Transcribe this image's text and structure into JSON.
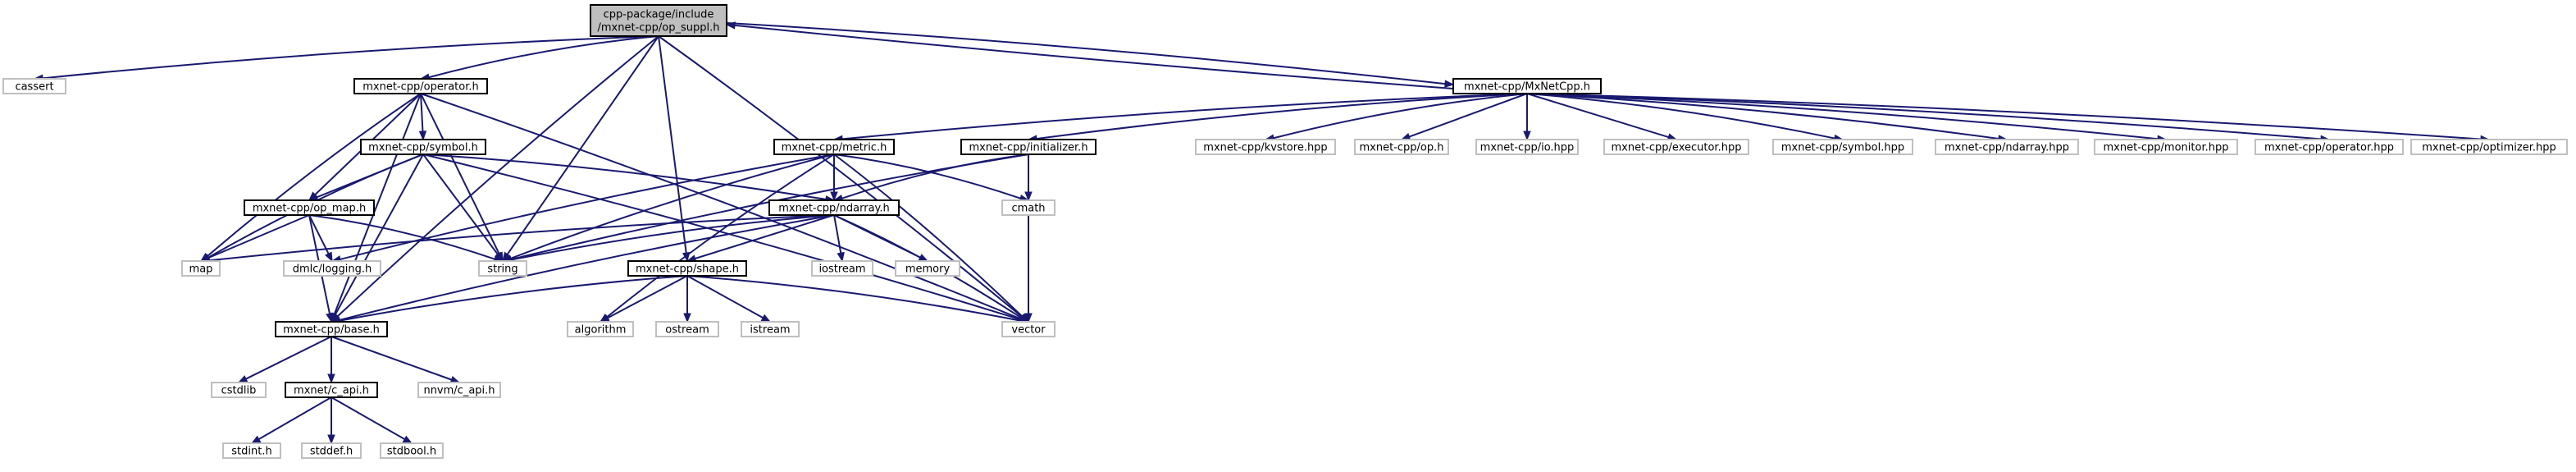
{
  "colors": {
    "edge": "#191970",
    "node_border": "#000000",
    "node_border_external": "#bfbfbf",
    "root_fill": "#bfbfbf",
    "node_fill": "#ffffff",
    "label": "#000000"
  },
  "nodes": [
    {
      "id": "root",
      "lines": [
        "cpp-package/include",
        "/mxnet-cpp/op_suppl.h"
      ],
      "kind": "root"
    },
    {
      "id": "cassert",
      "lines": [
        "cassert"
      ],
      "kind": "external"
    },
    {
      "id": "operator_h",
      "lines": [
        "mxnet-cpp/operator.h"
      ],
      "kind": "project"
    },
    {
      "id": "mxnetcpp_h",
      "lines": [
        "mxnet-cpp/MxNetCpp.h"
      ],
      "kind": "project"
    },
    {
      "id": "symbol_h",
      "lines": [
        "mxnet-cpp/symbol.h"
      ],
      "kind": "project"
    },
    {
      "id": "metric_h",
      "lines": [
        "mxnet-cpp/metric.h"
      ],
      "kind": "project"
    },
    {
      "id": "initializer_h",
      "lines": [
        "mxnet-cpp/initializer.h"
      ],
      "kind": "project"
    },
    {
      "id": "kvstore_hpp",
      "lines": [
        "mxnet-cpp/kvstore.hpp"
      ],
      "kind": "external"
    },
    {
      "id": "op_h",
      "lines": [
        "mxnet-cpp/op.h"
      ],
      "kind": "external"
    },
    {
      "id": "io_hpp",
      "lines": [
        "mxnet-cpp/io.hpp"
      ],
      "kind": "external"
    },
    {
      "id": "executor_hpp",
      "lines": [
        "mxnet-cpp/executor.hpp"
      ],
      "kind": "external"
    },
    {
      "id": "symbol_hpp",
      "lines": [
        "mxnet-cpp/symbol.hpp"
      ],
      "kind": "external"
    },
    {
      "id": "ndarray_hpp",
      "lines": [
        "mxnet-cpp/ndarray.hpp"
      ],
      "kind": "external"
    },
    {
      "id": "monitor_hpp",
      "lines": [
        "mxnet-cpp/monitor.hpp"
      ],
      "kind": "external"
    },
    {
      "id": "operator_hpp",
      "lines": [
        "mxnet-cpp/operator.hpp"
      ],
      "kind": "external"
    },
    {
      "id": "optimizer_hpp",
      "lines": [
        "mxnet-cpp/optimizer.hpp"
      ],
      "kind": "external"
    },
    {
      "id": "op_map_h",
      "lines": [
        "mxnet-cpp/op_map.h"
      ],
      "kind": "project"
    },
    {
      "id": "ndarray_h",
      "lines": [
        "mxnet-cpp/ndarray.h"
      ],
      "kind": "project"
    },
    {
      "id": "cmath",
      "lines": [
        "cmath"
      ],
      "kind": "external"
    },
    {
      "id": "map",
      "lines": [
        "map"
      ],
      "kind": "external"
    },
    {
      "id": "dmlc_logging",
      "lines": [
        "dmlc/logging.h"
      ],
      "kind": "external"
    },
    {
      "id": "string",
      "lines": [
        "string"
      ],
      "kind": "external"
    },
    {
      "id": "shape_h",
      "lines": [
        "mxnet-cpp/shape.h"
      ],
      "kind": "project"
    },
    {
      "id": "iostream",
      "lines": [
        "iostream"
      ],
      "kind": "external"
    },
    {
      "id": "memory",
      "lines": [
        "memory"
      ],
      "kind": "external"
    },
    {
      "id": "base_h",
      "lines": [
        "mxnet-cpp/base.h"
      ],
      "kind": "project"
    },
    {
      "id": "algorithm",
      "lines": [
        "algorithm"
      ],
      "kind": "external"
    },
    {
      "id": "ostream",
      "lines": [
        "ostream"
      ],
      "kind": "external"
    },
    {
      "id": "istream",
      "lines": [
        "istream"
      ],
      "kind": "external"
    },
    {
      "id": "vector",
      "lines": [
        "vector"
      ],
      "kind": "external"
    },
    {
      "id": "cstdlib",
      "lines": [
        "cstdlib"
      ],
      "kind": "external"
    },
    {
      "id": "c_api_h",
      "lines": [
        "mxnet/c_api.h"
      ],
      "kind": "project"
    },
    {
      "id": "nnvm_c_api",
      "lines": [
        "nnvm/c_api.h"
      ],
      "kind": "external"
    },
    {
      "id": "stdint",
      "lines": [
        "stdint.h"
      ],
      "kind": "external"
    },
    {
      "id": "stddef",
      "lines": [
        "stddef.h"
      ],
      "kind": "external"
    },
    {
      "id": "stdbool",
      "lines": [
        "stdbool.h"
      ],
      "kind": "external"
    }
  ],
  "edges": [
    [
      "root",
      "cassert"
    ],
    [
      "root",
      "operator_h"
    ],
    [
      "root",
      "mxnetcpp_h"
    ],
    [
      "root",
      "string"
    ],
    [
      "root",
      "shape_h"
    ],
    [
      "root",
      "base_h"
    ],
    [
      "root",
      "vector"
    ],
    [
      "mxnetcpp_h",
      "root"
    ],
    [
      "operator_h",
      "symbol_h"
    ],
    [
      "operator_h",
      "map"
    ],
    [
      "operator_h",
      "op_map_h"
    ],
    [
      "operator_h",
      "string"
    ],
    [
      "operator_h",
      "base_h"
    ],
    [
      "operator_h",
      "vector"
    ],
    [
      "symbol_h",
      "op_map_h"
    ],
    [
      "symbol_h",
      "map"
    ],
    [
      "symbol_h",
      "ndarray_h"
    ],
    [
      "symbol_h",
      "string"
    ],
    [
      "symbol_h",
      "base_h"
    ],
    [
      "symbol_h",
      "vector"
    ],
    [
      "op_map_h",
      "map"
    ],
    [
      "op_map_h",
      "dmlc_logging"
    ],
    [
      "op_map_h",
      "string"
    ],
    [
      "op_map_h",
      "base_h"
    ],
    [
      "mxnetcpp_h",
      "metric_h"
    ],
    [
      "mxnetcpp_h",
      "initializer_h"
    ],
    [
      "mxnetcpp_h",
      "kvstore_hpp"
    ],
    [
      "mxnetcpp_h",
      "op_h"
    ],
    [
      "mxnetcpp_h",
      "io_hpp"
    ],
    [
      "mxnetcpp_h",
      "executor_hpp"
    ],
    [
      "mxnetcpp_h",
      "symbol_hpp"
    ],
    [
      "mxnetcpp_h",
      "ndarray_hpp"
    ],
    [
      "mxnetcpp_h",
      "monitor_hpp"
    ],
    [
      "mxnetcpp_h",
      "operator_hpp"
    ],
    [
      "mxnetcpp_h",
      "optimizer_hpp"
    ],
    [
      "metric_h",
      "ndarray_h"
    ],
    [
      "metric_h",
      "cmath"
    ],
    [
      "metric_h",
      "dmlc_logging"
    ],
    [
      "metric_h",
      "string"
    ],
    [
      "metric_h",
      "algorithm"
    ],
    [
      "metric_h",
      "vector"
    ],
    [
      "initializer_h",
      "ndarray_h"
    ],
    [
      "initializer_h",
      "cmath"
    ],
    [
      "initializer_h",
      "string"
    ],
    [
      "initializer_h",
      "vector"
    ],
    [
      "ndarray_h",
      "map"
    ],
    [
      "ndarray_h",
      "string"
    ],
    [
      "ndarray_h",
      "shape_h"
    ],
    [
      "ndarray_h",
      "iostream"
    ],
    [
      "ndarray_h",
      "memory"
    ],
    [
      "ndarray_h",
      "vector"
    ],
    [
      "ndarray_h",
      "base_h"
    ],
    [
      "shape_h",
      "base_h"
    ],
    [
      "shape_h",
      "algorithm"
    ],
    [
      "shape_h",
      "ostream"
    ],
    [
      "shape_h",
      "istream"
    ],
    [
      "shape_h",
      "vector"
    ],
    [
      "base_h",
      "cstdlib"
    ],
    [
      "base_h",
      "c_api_h"
    ],
    [
      "base_h",
      "nnvm_c_api"
    ],
    [
      "c_api_h",
      "stdint"
    ],
    [
      "c_api_h",
      "stddef"
    ],
    [
      "c_api_h",
      "stdbool"
    ]
  ]
}
